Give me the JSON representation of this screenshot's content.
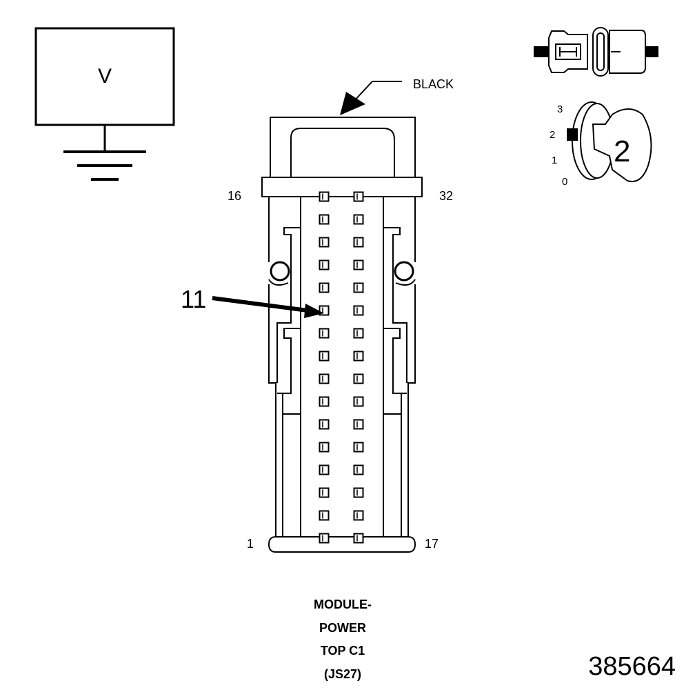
{
  "meter": {
    "symbol": "V"
  },
  "connector": {
    "color_label": "BLACK",
    "pin_labels": {
      "top_left": "16",
      "top_right": "32",
      "bottom_left": "1",
      "bottom_right": "17"
    },
    "callout_pin": "11",
    "rows": 16,
    "columns": 2
  },
  "key_position": {
    "positions": [
      "3",
      "2",
      "1",
      "0"
    ],
    "selected": "2",
    "key_number": "2"
  },
  "caption": {
    "line1": "MODULE-",
    "line2": "POWER",
    "line3": "TOP C1",
    "line4": "(JS27)"
  },
  "figure_id": "385664",
  "colors": {
    "ink": "#000000",
    "background": "#ffffff"
  }
}
